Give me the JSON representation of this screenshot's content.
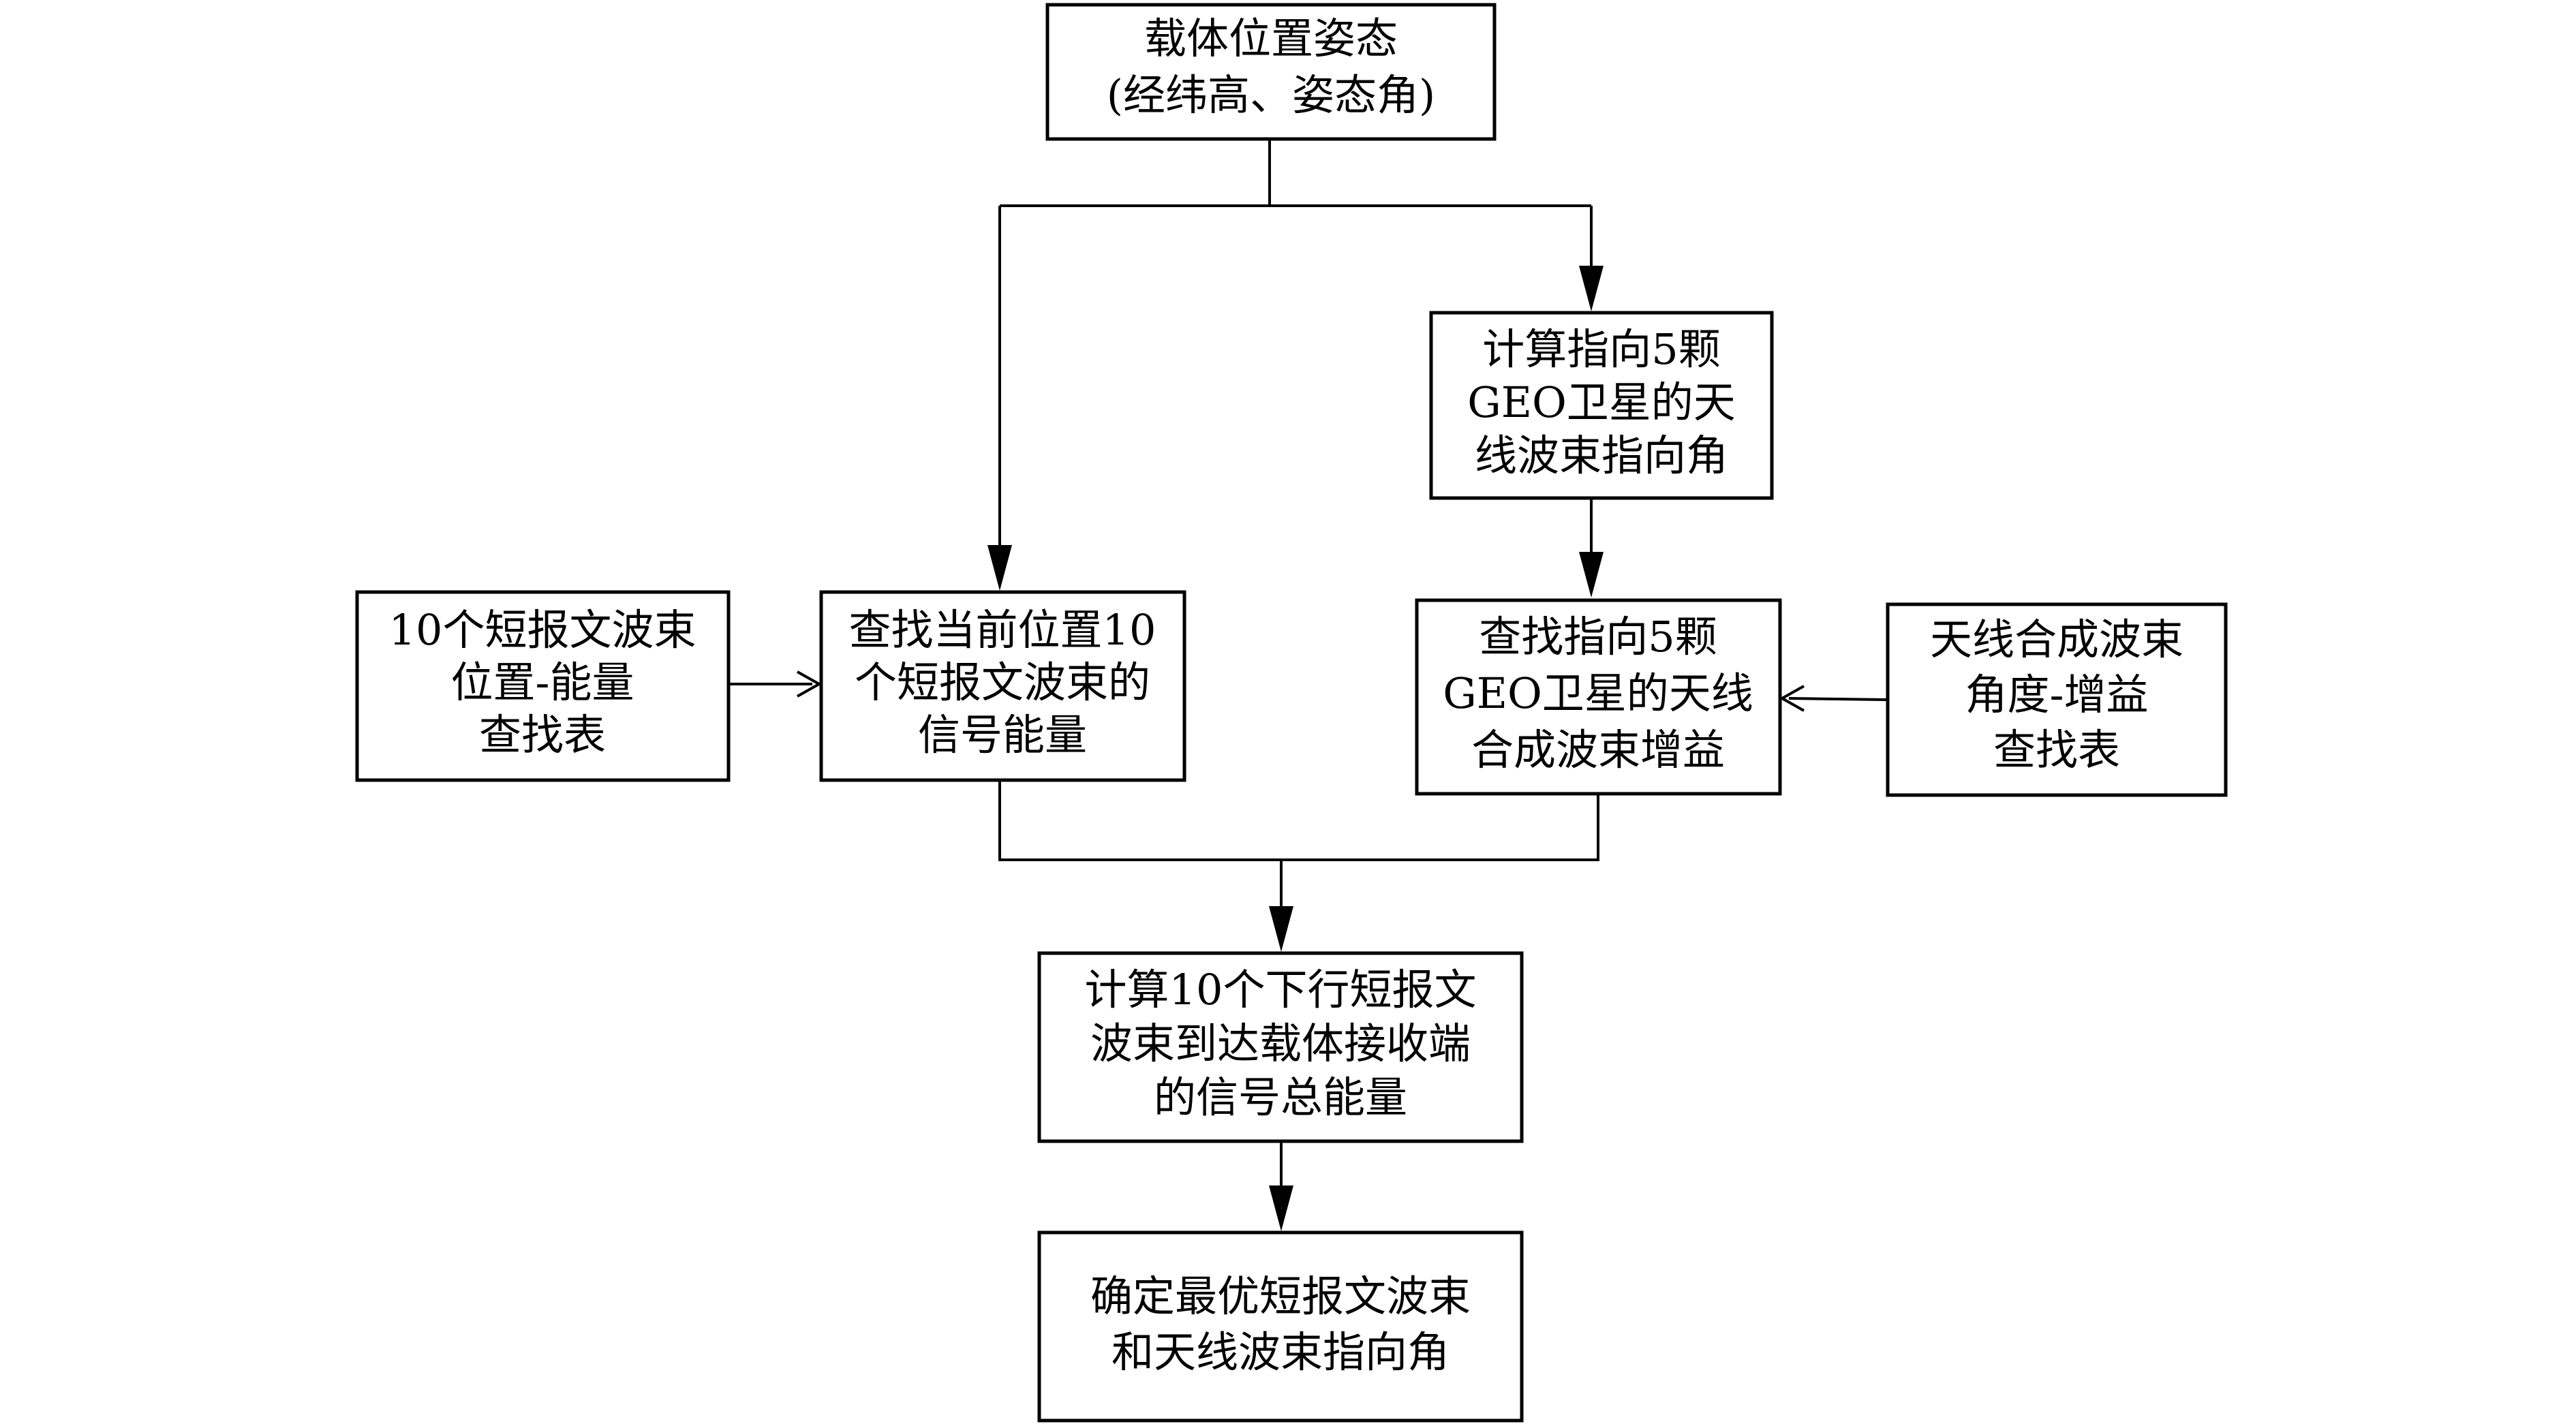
{
  "nodes": {
    "carrier_pose": {
      "lines": [
        "载体位置姿态",
        "(经纬高、姿态角)"
      ]
    },
    "compute_pointing": {
      "lines": [
        "计算指向5颗",
        "GEO卫星的天",
        "线波束指向角"
      ]
    },
    "beam_lookup_table": {
      "lines": [
        "10个短报文波束",
        "位置-能量",
        "查找表"
      ]
    },
    "find_beam_energy": {
      "lines": [
        "查找当前位置10",
        "个短报文波束的",
        "信号能量"
      ]
    },
    "find_antenna_gain": {
      "lines": [
        "查找指向5颗",
        "GEO卫星的天线",
        "合成波束增益"
      ]
    },
    "gain_lookup_table": {
      "lines": [
        "天线合成波束",
        "角度-增益",
        "查找表"
      ]
    },
    "compute_total_energy": {
      "lines": [
        "计算10个下行短报文",
        "波束到达载体接收端",
        "的信号总能量"
      ]
    },
    "determine_optimal": {
      "lines": [
        "确定最优短报文波束",
        "和天线波束指向角"
      ]
    }
  }
}
